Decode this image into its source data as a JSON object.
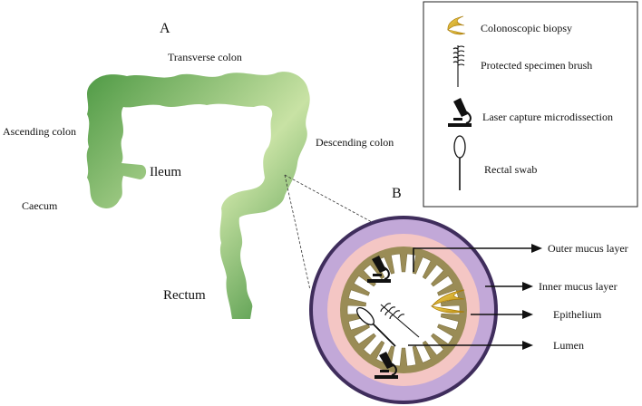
{
  "panels": {
    "a": "A",
    "b": "B"
  },
  "colon_labels": {
    "transverse": "Transverse colon",
    "ascending": "Ascending colon",
    "descending": "Descending colon",
    "ileum": "Ileum",
    "caecum": "Caecum",
    "rectum": "Rectum"
  },
  "layer_labels": {
    "outer_mucus": "Outer mucus layer",
    "inner_mucus": "Inner mucus layer",
    "epithelium": "Epithelium",
    "lumen": "Lumen"
  },
  "legend": {
    "items": [
      {
        "icon": "biopsy-forceps-icon",
        "label": "Colonoscopic biopsy"
      },
      {
        "icon": "specimen-brush-icon",
        "label": "Protected specimen brush"
      },
      {
        "icon": "microscope-icon",
        "label": "Laser capture microdissection"
      },
      {
        "icon": "rectal-swab-icon",
        "label": "Rectal swab"
      }
    ]
  },
  "colors": {
    "colon_dark": "#4f9a45",
    "colon_light": "#c8e2a4",
    "outer_ring": "#3f2d5c",
    "mucus_outer": "#c2a8d8",
    "mucus_inner": "#f4c6c4",
    "epithelium": "#9a8c56",
    "lumen": "#ffffff",
    "biopsy": "#e0b420"
  }
}
